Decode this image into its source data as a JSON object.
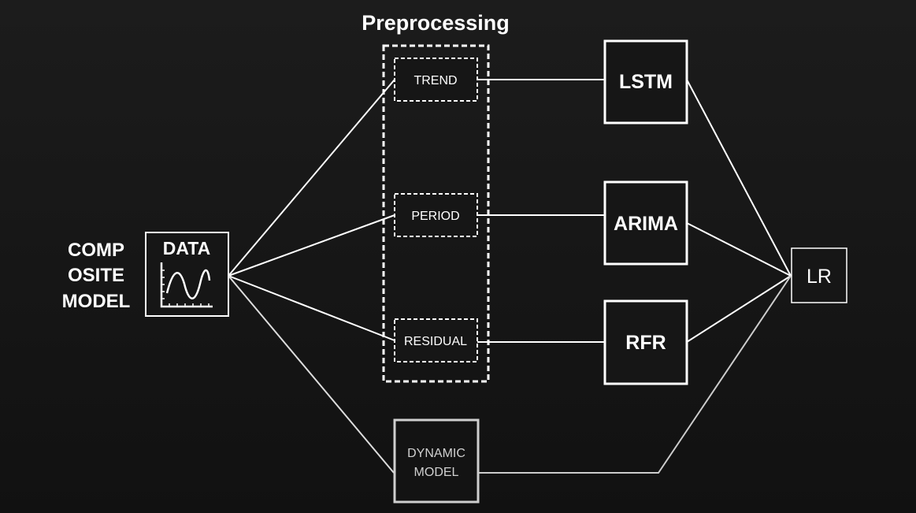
{
  "title": "Preprocessing",
  "composite_label": [
    "COMP",
    "OSITE",
    "MODEL"
  ],
  "data_box": {
    "label": "DATA",
    "icon": "line-chart-icon"
  },
  "components": {
    "trend": "TREND",
    "period": "PERIOD",
    "residual": "RESIDUAL"
  },
  "models": {
    "lstm": "LSTM",
    "arima": "ARIMA",
    "rfr": "RFR"
  },
  "dynamic_model": [
    "DYNAMIC",
    "MODEL"
  ],
  "output": "LR",
  "colors": {
    "background": "#161616",
    "stroke": "#ffffff",
    "dynamic": "#cfcfcf"
  }
}
